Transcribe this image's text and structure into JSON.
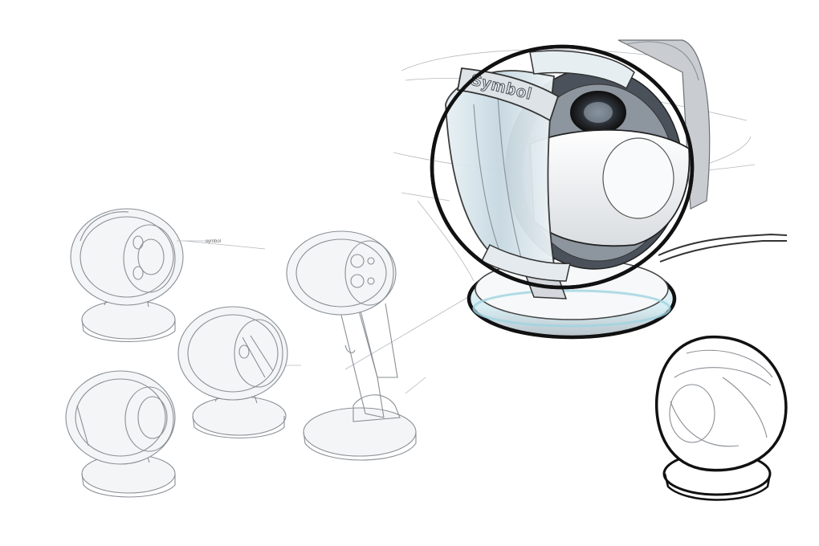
{
  "artwork": {
    "brand_label": "Symbol",
    "sketch_note": "symbol",
    "palette": {
      "paper": "#ffffff",
      "line": "#8a8f95",
      "outline": "#111111",
      "shell_glass": "#cfe0e8",
      "shell_white": "#f2f4f5",
      "lens_dark": "#2b2f36",
      "base_glow": "#d8eef4",
      "backplate": "#c9ccd0"
    },
    "icons": [
      "scanner-sketch",
      "presentation-scanner-render",
      "mini-scanner-outline"
    ]
  }
}
